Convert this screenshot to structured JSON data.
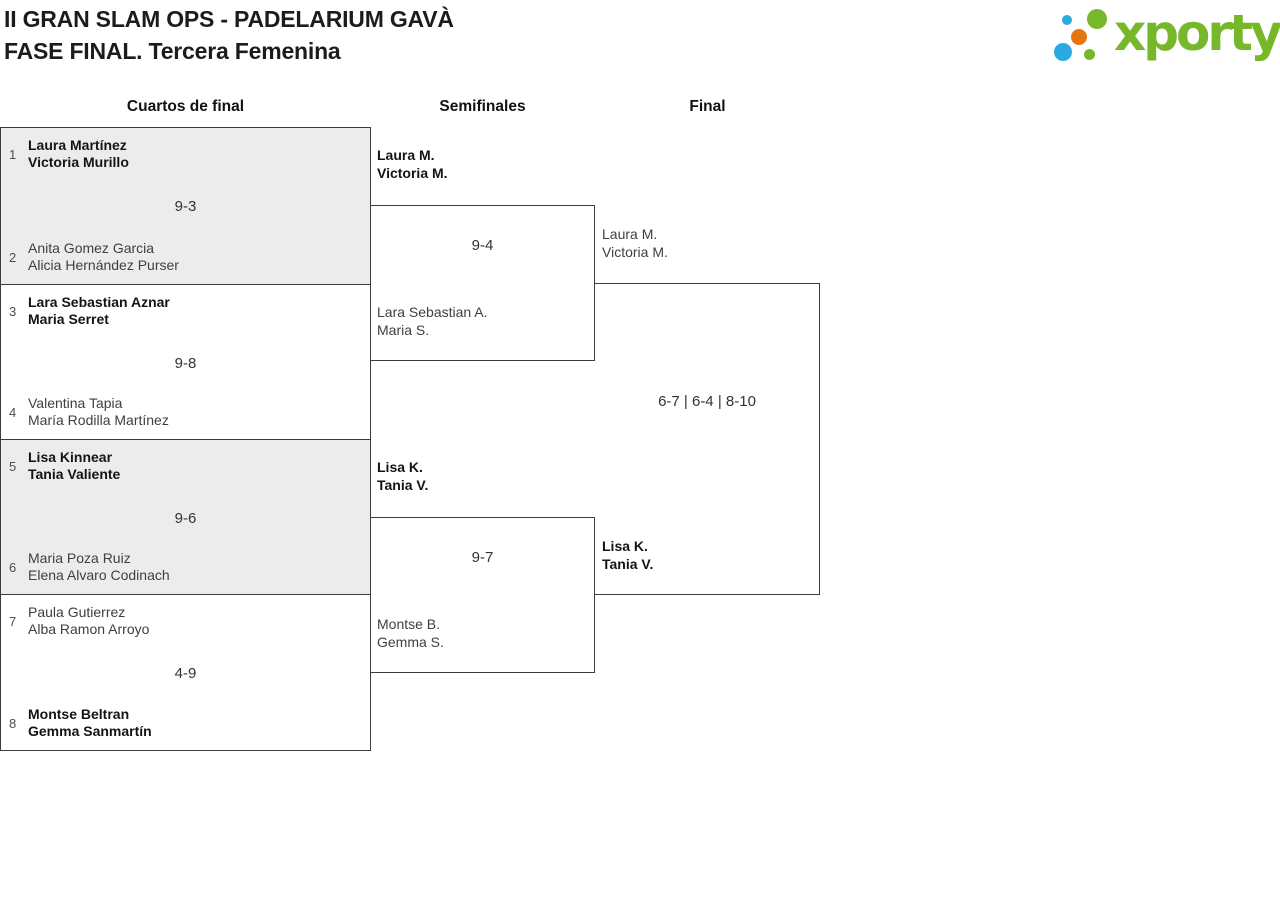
{
  "title": {
    "line1": "II GRAN SLAM OPS - PADELARIUM GAVÀ",
    "line2": "FASE FINAL. Tercera Femenina"
  },
  "logo": {
    "text": "xporty"
  },
  "columns": {
    "quarterfinals": "Cuartos de final",
    "semifinals": "Semifinales",
    "final": "Final"
  },
  "quarterfinals": [
    {
      "seed_top": "1",
      "team_top": {
        "line1": "Laura Martínez",
        "line2": "Victoria Murillo"
      },
      "score": "9-3",
      "seed_bottom": "2",
      "team_bottom": {
        "line1": "Anita Gomez Garcia",
        "line2": "Alicia Hernández Purser"
      }
    },
    {
      "seed_top": "3",
      "team_top": {
        "line1": "Lara Sebastian Aznar",
        "line2": "Maria Serret"
      },
      "score": "9-8",
      "seed_bottom": "4",
      "team_bottom": {
        "line1": "Valentina Tapia",
        "line2": "María Rodilla Martínez"
      }
    },
    {
      "seed_top": "5",
      "team_top": {
        "line1": "Lisa Kinnear",
        "line2": "Tania Valiente"
      },
      "score": "9-6",
      "seed_bottom": "6",
      "team_bottom": {
        "line1": "Maria Poza Ruiz",
        "line2": "Elena Alvaro Codinach"
      }
    },
    {
      "seed_top": "7",
      "team_top": {
        "line1": "Paula Gutierrez",
        "line2": "Alba Ramon Arroyo"
      },
      "score": "4-9",
      "seed_bottom": "8",
      "team_bottom": {
        "line1": "Montse Beltran",
        "line2": "Gemma Sanmartín"
      }
    }
  ],
  "semifinals": [
    {
      "team_top": {
        "line1": "Laura M.",
        "line2": "Victoria M."
      },
      "score": "9-4",
      "team_bottom": {
        "line1": "Lara Sebastian A.",
        "line2": "Maria S."
      }
    },
    {
      "team_top": {
        "line1": "Lisa K.",
        "line2": "Tania V."
      },
      "score": "9-7",
      "team_bottom": {
        "line1": "Montse B.",
        "line2": "Gemma S."
      }
    }
  ],
  "final": {
    "team_top": {
      "line1": "Laura M.",
      "line2": "Victoria M."
    },
    "score": "6-7 | 6-4 | 8-10",
    "team_bottom": {
      "line1": "Lisa K.",
      "line2": "Tania V."
    }
  },
  "colors": {
    "logo_green": "#76b82a",
    "logo_blue": "#29abe2",
    "logo_orange": "#e8740f",
    "box_alt_fill": "#ececec",
    "line": "#3c3c3c"
  }
}
